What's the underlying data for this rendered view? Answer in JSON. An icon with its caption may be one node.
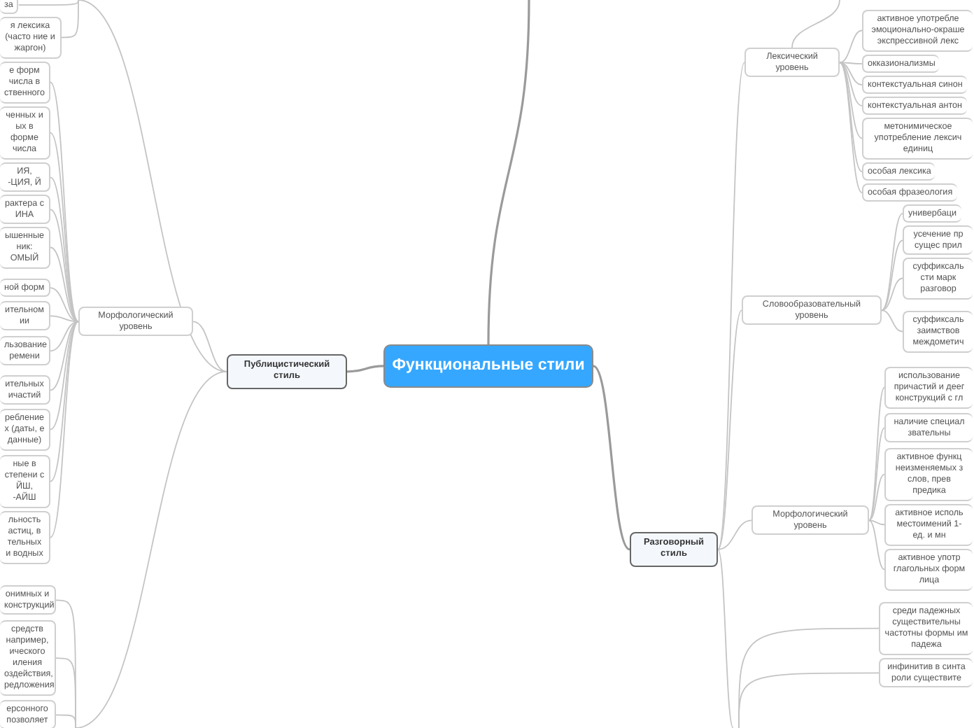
{
  "diagram": {
    "nodes": [
      {
        "text": [
          "Функциональные стили"
        ]
      },
      {
        "text": [
          "Публицистический стиль"
        ]
      },
      {
        "text": [
          "Разговорный стиль"
        ]
      },
      {
        "text": [
          "за"
        ]
      },
      {
        "text": [
          "я лексика (часто ние и жаргон)"
        ]
      },
      {
        "text": [
          "Морфологический уровень"
        ]
      },
      {
        "text": [
          "е форм числа в ственного"
        ]
      },
      {
        "text": [
          "ченных и ых в форме числа"
        ]
      },
      {
        "text": [
          "ИЯ, -ЦИЯ, Й"
        ]
      },
      {
        "text": [
          "рактера с ИНА"
        ]
      },
      {
        "text": [
          "ышенные ник: ОМЫЙ"
        ]
      },
      {
        "text": [
          "ной форм"
        ]
      },
      {
        "text": [
          "ительном ии"
        ]
      },
      {
        "text": [
          "льзование ремени"
        ]
      },
      {
        "text": [
          "ительных ичастий"
        ]
      },
      {
        "text": [
          "ребление х (даты, е данные)"
        ]
      },
      {
        "text": [
          "ные в степени с ЙШ, -АЙШ"
        ]
      },
      {
        "text": [
          "льность астиц, в тельных и водных"
        ]
      },
      {
        "text": [
          "онимных и конструкций"
        ]
      },
      {
        "text": [
          "средств например, ического иления оздействия, редложения"
        ]
      },
      {
        "text": [
          "ерсонного позволяет"
        ]
      },
      {
        "text": [
          "Лексический уровень"
        ]
      },
      {
        "text": [
          "активное употребле эмоционально-окраше экспрессивной лекс"
        ]
      },
      {
        "text": [
          "окказионализмы"
        ]
      },
      {
        "text": [
          "контекстуальная синон"
        ]
      },
      {
        "text": [
          "контекстуальная антон"
        ]
      },
      {
        "text": [
          "метонимическое употребление лексич единиц"
        ]
      },
      {
        "text": [
          "особая лексика"
        ]
      },
      {
        "text": [
          "особая фразеология"
        ]
      },
      {
        "text": [
          "Словообразовательный уровень"
        ]
      },
      {
        "text": [
          "универбаци"
        ]
      },
      {
        "text": [
          "усечение пр сущес прил"
        ]
      },
      {
        "text": [
          "суффиксаль сти марк разговор"
        ]
      },
      {
        "text": [
          "суффиксаль заимствов междометич"
        ]
      },
      {
        "text": [
          "Морфологический уровень"
        ]
      },
      {
        "text": [
          "использование причастий и деег конструкций с гл"
        ]
      },
      {
        "text": [
          "наличие специал звательны"
        ]
      },
      {
        "text": [
          "активное функц неизменяемых з слов, прев предика"
        ]
      },
      {
        "text": [
          "активное исполь местоимений 1- ед. и мн"
        ]
      },
      {
        "text": [
          "активное употр глагольных форм лица"
        ]
      },
      {
        "text": [
          "среди падежных существительны частотны формы им падежа"
        ]
      },
      {
        "text": [
          "инфинитив в синта роли существите"
        ]
      }
    ],
    "edges": [
      {
        "from": 0,
        "to": null,
        "arrow": "none"
      },
      {
        "from": 0,
        "to": 1,
        "arrow": "none"
      },
      {
        "from": 0,
        "to": 2,
        "arrow": "none"
      },
      {
        "from": 1,
        "to": null,
        "arrow": "none"
      },
      {
        "from": 1,
        "to": 5,
        "arrow": "none"
      },
      {
        "from": 1,
        "to": null,
        "arrow": "none"
      },
      {
        "from": null,
        "to": 3,
        "arrow": "none"
      },
      {
        "from": null,
        "to": 4,
        "arrow": "none"
      },
      {
        "from": 5,
        "to": 6,
        "arrow": "none"
      },
      {
        "from": 5,
        "to": 7,
        "arrow": "none"
      },
      {
        "from": 5,
        "to": 8,
        "arrow": "none"
      },
      {
        "from": 5,
        "to": 9,
        "arrow": "none"
      },
      {
        "from": 5,
        "to": 10,
        "arrow": "none"
      },
      {
        "from": 5,
        "to": 11,
        "arrow": "none"
      },
      {
        "from": 5,
        "to": 12,
        "arrow": "none"
      },
      {
        "from": 5,
        "to": 13,
        "arrow": "none"
      },
      {
        "from": 5,
        "to": 14,
        "arrow": "none"
      },
      {
        "from": 5,
        "to": 15,
        "arrow": "none"
      },
      {
        "from": 5,
        "to": 16,
        "arrow": "none"
      },
      {
        "from": 5,
        "to": 17,
        "arrow": "none"
      },
      {
        "from": null,
        "to": 18,
        "arrow": "none"
      },
      {
        "from": null,
        "to": 19,
        "arrow": "none"
      },
      {
        "from": null,
        "to": 20,
        "arrow": "none"
      },
      {
        "from": 2,
        "to": 21,
        "arrow": "none"
      },
      {
        "from": 2,
        "to": 29,
        "arrow": "none"
      },
      {
        "from": 2,
        "to": 34,
        "arrow": "none"
      },
      {
        "from": 2,
        "to": null,
        "arrow": "none"
      },
      {
        "from": 21,
        "to": null,
        "arrow": "none"
      },
      {
        "from": 21,
        "to": 22,
        "arrow": "none"
      },
      {
        "from": 21,
        "to": 23,
        "arrow": "none"
      },
      {
        "from": 21,
        "to": 24,
        "arrow": "none"
      },
      {
        "from": 21,
        "to": 25,
        "arrow": "none"
      },
      {
        "from": 21,
        "to": 26,
        "arrow": "none"
      },
      {
        "from": 21,
        "to": 27,
        "arrow": "none"
      },
      {
        "from": 21,
        "to": 28,
        "arrow": "none"
      },
      {
        "from": 29,
        "to": 30,
        "arrow": "none"
      },
      {
        "from": 29,
        "to": 31,
        "arrow": "none"
      },
      {
        "from": 29,
        "to": 32,
        "arrow": "none"
      },
      {
        "from": 29,
        "to": 33,
        "arrow": "none"
      },
      {
        "from": 34,
        "to": 35,
        "arrow": "none"
      },
      {
        "from": 34,
        "to": 36,
        "arrow": "none"
      },
      {
        "from": 34,
        "to": 37,
        "arrow": "none"
      },
      {
        "from": 34,
        "to": 38,
        "arrow": "none"
      },
      {
        "from": 34,
        "to": 39,
        "arrow": "none"
      },
      {
        "from": null,
        "to": 40,
        "arrow": "none"
      },
      {
        "from": null,
        "to": 41,
        "arrow": "none"
      }
    ]
  }
}
